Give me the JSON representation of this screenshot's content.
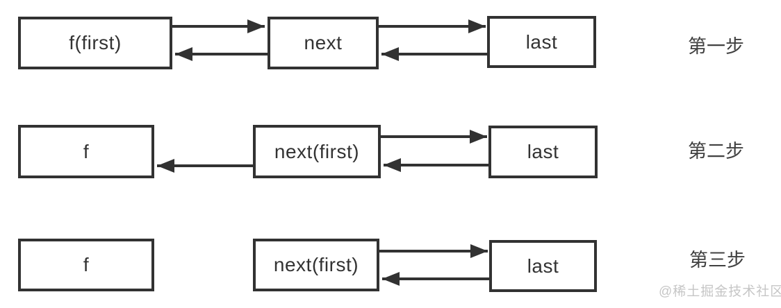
{
  "diagram": {
    "description_type": "linked-list-reversal-steps",
    "steps": [
      {
        "label": "第一步",
        "boxes": [
          {
            "text": "f(first)"
          },
          {
            "text": "next"
          },
          {
            "text": "last"
          }
        ],
        "arrows": [
          {
            "from": "f(first)",
            "to": "next"
          },
          {
            "from": "next",
            "to": "f(first)"
          },
          {
            "from": "next",
            "to": "last"
          },
          {
            "from": "last",
            "to": "next"
          }
        ]
      },
      {
        "label": "第二步",
        "boxes": [
          {
            "text": "f"
          },
          {
            "text": "next(first)"
          },
          {
            "text": "last"
          }
        ],
        "arrows": [
          {
            "from": "next(first)",
            "to": "f"
          },
          {
            "from": "next(first)",
            "to": "last"
          },
          {
            "from": "last",
            "to": "next(first)"
          }
        ]
      },
      {
        "label": "第三步",
        "boxes": [
          {
            "text": "f"
          },
          {
            "text": "next(first)"
          },
          {
            "text": "last"
          }
        ],
        "arrows": [
          {
            "from": "next(first)",
            "to": "last"
          },
          {
            "from": "last",
            "to": "next(first)"
          }
        ]
      }
    ],
    "watermark": "@稀土掘金技术社区",
    "colors": {
      "line": "#323232",
      "text": "#333333",
      "step_label": "#404040",
      "watermark": "#c6c6c6",
      "background": "#ffffff"
    }
  }
}
